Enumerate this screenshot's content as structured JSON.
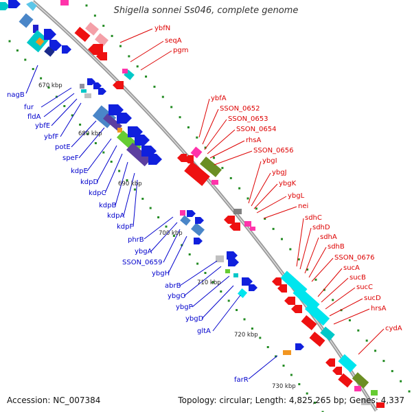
{
  "title": "Shigella sonnei Ss046, complete genome",
  "footer": {
    "accession": "Accession: NC_007384",
    "topology": "Topology: circular; Length: 4,825,265 bp; Genes: 4,337"
  },
  "colors": {
    "backbone": "#999999",
    "label_forward": "#0000cc",
    "label_reverse": "#dd0000",
    "tick": "#228b22"
  },
  "kbp_ticks": [
    "670 kbp",
    "680 kbp",
    "690 kbp",
    "700 kbp",
    "710 kbp",
    "720 kbp",
    "730 kbp"
  ],
  "reverse_labels": [
    "ybfN",
    "seqA",
    "pgm",
    "ybfA",
    "SSON_0652",
    "SSON_0653",
    "SSON_0654",
    "rhsA",
    "SSON_0656",
    "ybgI",
    "ybgJ",
    "ybgK",
    "ybgL",
    "nei",
    "sdhC",
    "sdhD",
    "sdhA",
    "sdhB",
    "SSON_0676",
    "sucA",
    "sucB",
    "sucC",
    "sucD",
    "hrsA",
    "cydA"
  ],
  "forward_labels": [
    "nagB",
    "fur",
    "fldA",
    "ybfE",
    "ybfF",
    "potE",
    "speF",
    "kdpE",
    "kdpD",
    "kdpC",
    "kdpB",
    "kdpA",
    "kdpF",
    "phrB",
    "ybgA",
    "SSON_0659",
    "ybgH",
    "abrB",
    "ybgO",
    "ybgP",
    "ybgD",
    "gltA",
    "farR"
  ]
}
